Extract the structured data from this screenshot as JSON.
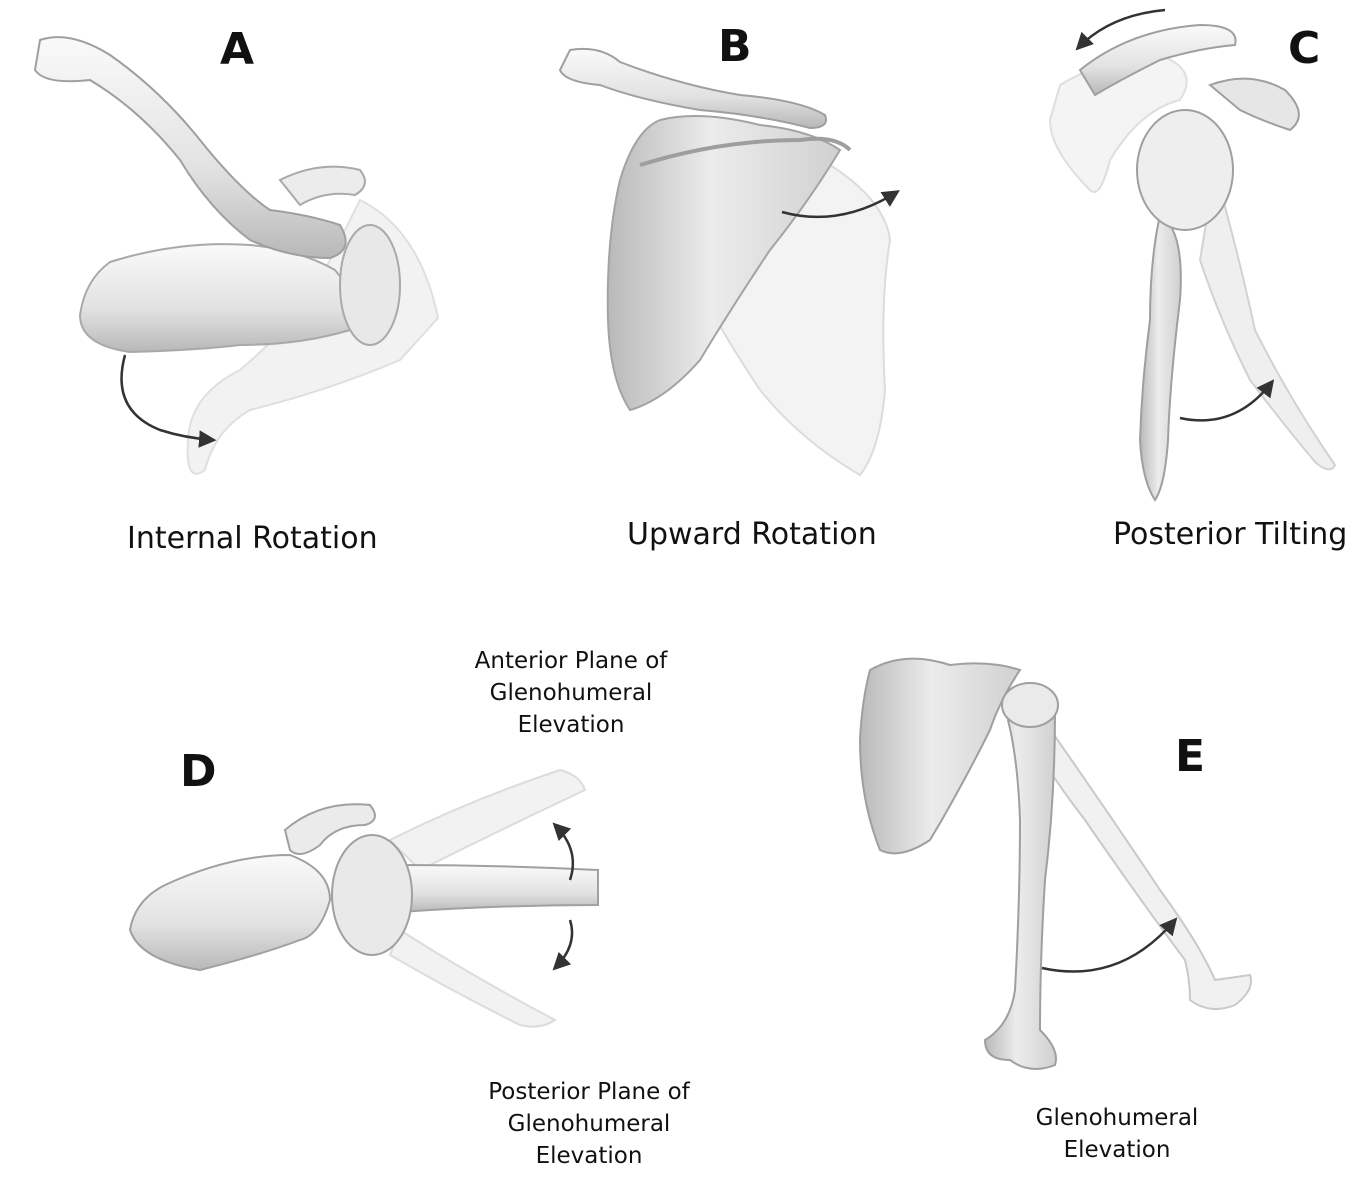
{
  "panels": {
    "a": {
      "letter": "A",
      "caption": "Internal Rotation"
    },
    "b": {
      "letter": "B",
      "caption": "Upward Rotation"
    },
    "c": {
      "letter": "C",
      "caption": "Posterior Tilting"
    },
    "d": {
      "letter": "D",
      "upper_label": [
        "Anterior Plane of",
        "Glenohumeral",
        "Elevation"
      ],
      "lower_label": [
        "Posterior Plane of",
        "Glenohumeral",
        "Elevation"
      ]
    },
    "e": {
      "letter": "E",
      "caption": [
        "Glenohumeral",
        "Elevation"
      ]
    }
  },
  "colors": {
    "bone_light": "#f4f4f4",
    "bone_shadow": "#bdbdbd",
    "ghost": "#ececec",
    "arrow": "#333333",
    "text": "#111111"
  }
}
